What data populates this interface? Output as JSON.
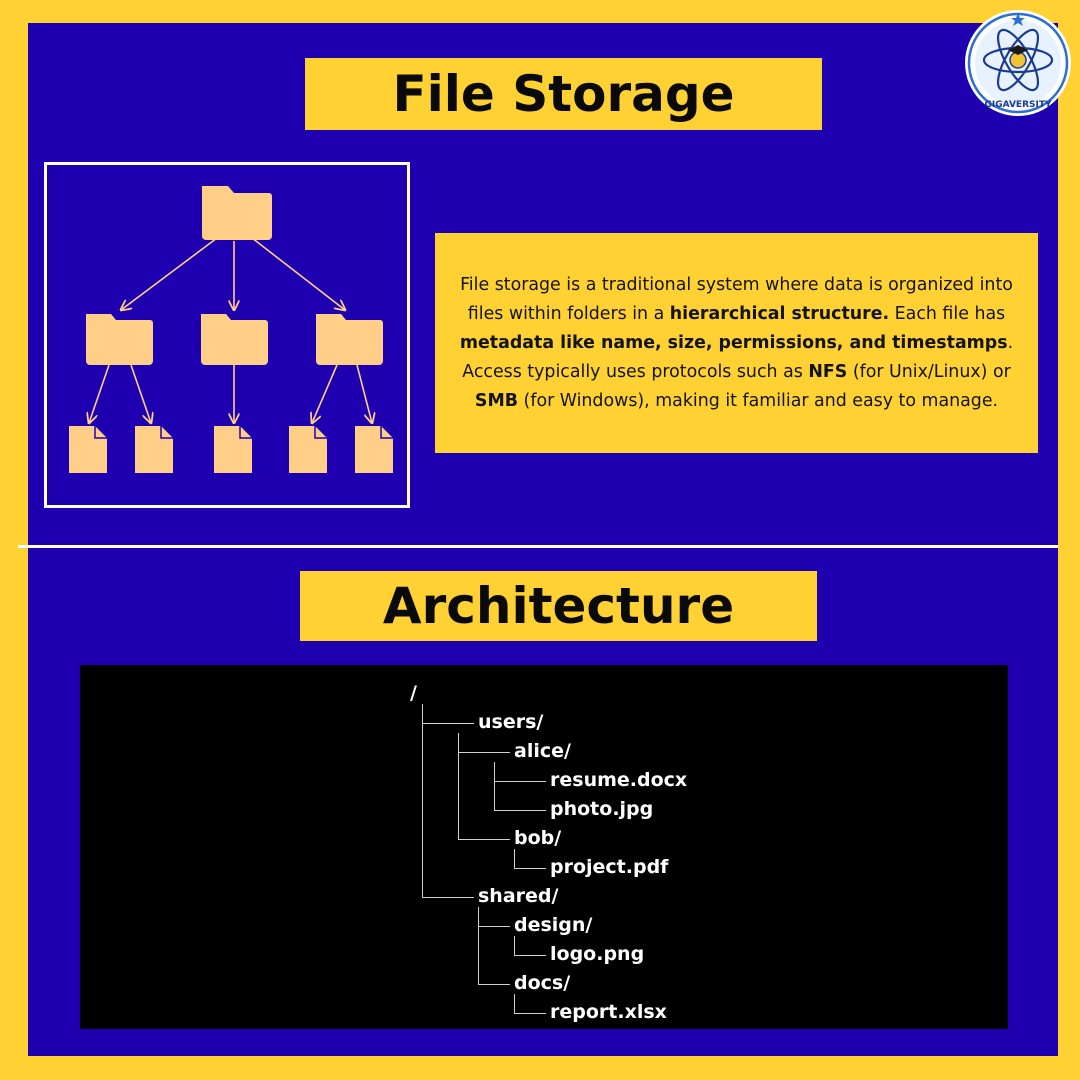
{
  "title": "File Storage",
  "architecture_title": "Architecture",
  "brand": "GIGAVERSITY",
  "description": [
    {
      "text": "File storage is a traditional system where data is organized into files within folders in a ",
      "bold": false
    },
    {
      "text": "hierarchical structure.",
      "bold": true
    },
    {
      "text": " Each file has ",
      "bold": false
    },
    {
      "text": "metadata like name, size, permissions, and timestamps",
      "bold": true
    },
    {
      "text": ". Access typically uses protocols such as ",
      "bold": false
    },
    {
      "text": "NFS",
      "bold": true
    },
    {
      "text": " (for Unix/Linux) or ",
      "bold": false
    },
    {
      "text": "SMB",
      "bold": true
    },
    {
      "text": " (for Windows), making it familiar and easy to manage.",
      "bold": false
    }
  ],
  "tree": [
    {
      "label": "/",
      "depth": 0
    },
    {
      "label": "users/",
      "depth": 1
    },
    {
      "label": "alice/",
      "depth": 2
    },
    {
      "label": "resume.docx",
      "depth": 3
    },
    {
      "label": "photo.jpg",
      "depth": 3
    },
    {
      "label": "bob/",
      "depth": 2
    },
    {
      "label": "project.pdf",
      "depth": 3
    },
    {
      "label": "shared/",
      "depth": 1
    },
    {
      "label": "design/",
      "depth": 2
    },
    {
      "label": "logo.png",
      "depth": 3
    },
    {
      "label": "docs/",
      "depth": 2
    },
    {
      "label": "report.xlsx",
      "depth": 3
    }
  ],
  "colors": {
    "background": "#FFD132",
    "panel": "#1E00B0",
    "accent": "#FFD132",
    "folder": "#FFCF87",
    "terminal": "#000000"
  },
  "icons": {
    "folder": "folder-icon",
    "file": "file-icon",
    "logo": "gigaversity-logo"
  }
}
